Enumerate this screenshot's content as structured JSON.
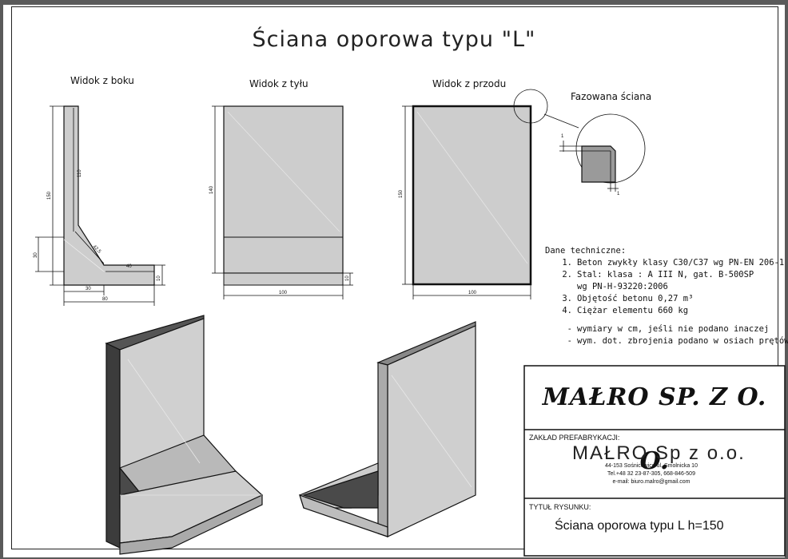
{
  "title": "Ściana oporowa typu \"L\"",
  "views": {
    "side": "Widok z boku",
    "back": "Widok z tyłu",
    "front": "Widok z przodu",
    "chamfer": "Fazowana ściana"
  },
  "dimensions": {
    "side": [
      "150",
      "110",
      "30",
      "42,5",
      "40",
      "30",
      "80",
      "10"
    ],
    "back": [
      "140",
      "10",
      "100"
    ],
    "front": [
      "150",
      "100"
    ],
    "chamfer": [
      "1",
      "1"
    ]
  },
  "tech": {
    "heading": "Dane techniczne:",
    "items": [
      {
        "num": "1.",
        "text": "Beton zwykły klasy C30/C37 wg PN-EN 206-1"
      },
      {
        "num": "2.",
        "text": "Stal: klasa : A III N, gat. B-500SP"
      },
      {
        "num": "",
        "text": "wg PN-H-93220:2006"
      },
      {
        "num": "3.",
        "text": "Objętość betonu 0,27 m³"
      },
      {
        "num": "4.",
        "text": "Ciężar elementu 660 kg"
      }
    ],
    "notes": [
      {
        "num": "-",
        "text": "wymiary w cm, jeśli nie podano inaczej"
      },
      {
        "num": "-",
        "text": "wym. dot. zbrojenia podano w osiach prętów"
      }
    ]
  },
  "title_block": {
    "company": "MAŁRO SP. Z O. O.",
    "plant_label": "ZAKŁAD PREFABRYKACJI:",
    "plant_name": "MAŁRO Sp z o.o.",
    "address_1": "44-153 Sośnicowice ul. Smolnicka 10",
    "address_2": "Tel.+48 32 23-87-305, 668-846-509",
    "address_3": "e-mail: biuro.malro@gmail.com",
    "drawing_label": "TYTUŁ RYSUNKU:",
    "drawing_title": "Ściana oporowa typu L h=150"
  }
}
